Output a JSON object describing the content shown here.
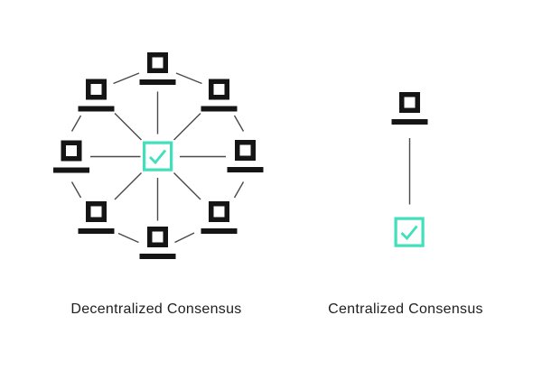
{
  "colors": {
    "accent": "#41dfba",
    "ink": "#151515",
    "line": "#4a4a4a",
    "label_text": "#1e1e1e",
    "background": "#ffffff"
  },
  "left_diagram": {
    "label": "Decentralized Consensus",
    "structure": "ring-network",
    "peer_node_count": 8,
    "peer_node_icon": "computer-icon",
    "center_node_icon": "checkbox-checked-icon",
    "connections": "each peer linked to center and to adjacent peers"
  },
  "right_diagram": {
    "label": "Centralized Consensus",
    "structure": "single-link",
    "peer_node_count": 1,
    "peer_node_icon": "computer-icon",
    "center_node_icon": "checkbox-checked-icon",
    "connections": "single peer linked to one authority"
  }
}
